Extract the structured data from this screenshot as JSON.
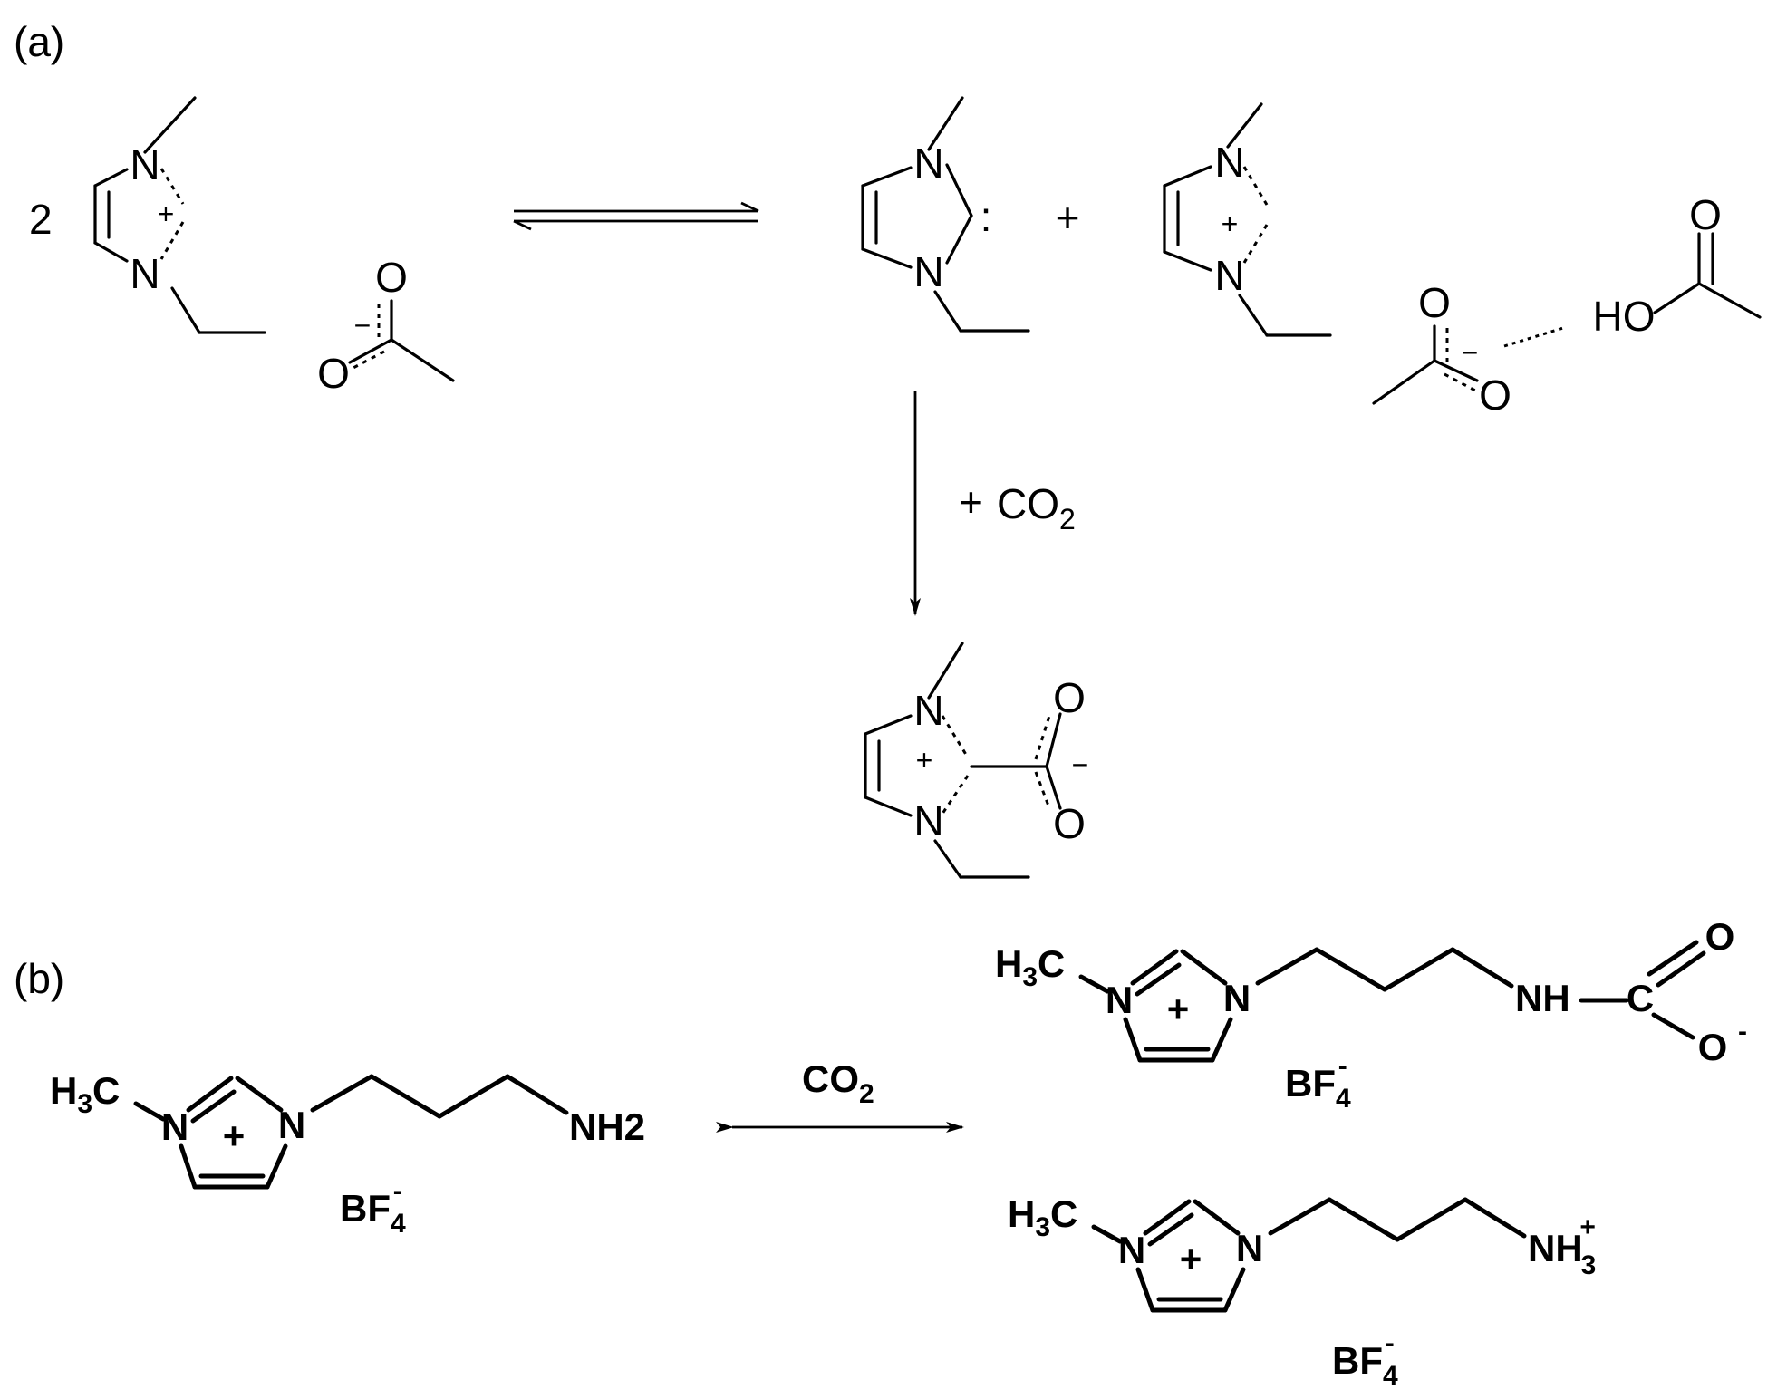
{
  "panel_a": {
    "label": "(a)",
    "coefficient": "2",
    "plus": "+",
    "reagent_plus": "+",
    "reagent": "CO",
    "reagent_sub": "2",
    "atoms": {
      "N": "N",
      "O": "O",
      "HO": "HO",
      "plus_charge": "+",
      "minus_charge": "−",
      "carbene": ":"
    }
  },
  "panel_b": {
    "label": "(b)",
    "reagent": "CO",
    "reagent_sub": "2",
    "h3c": "H",
    "h3c_sub": "3",
    "h3c_c": "C",
    "N": "N",
    "plus": "+",
    "nh2": "NH",
    "nh2_sub": "2",
    "nh": "NH",
    "c": "C",
    "o": "O",
    "o_minus": "O",
    "minus": "-",
    "nh3": "NH",
    "nh3_sub": "3",
    "nh3_plus": "+",
    "bf": "BF",
    "bf_sub": "4",
    "bf_minus": "-"
  }
}
